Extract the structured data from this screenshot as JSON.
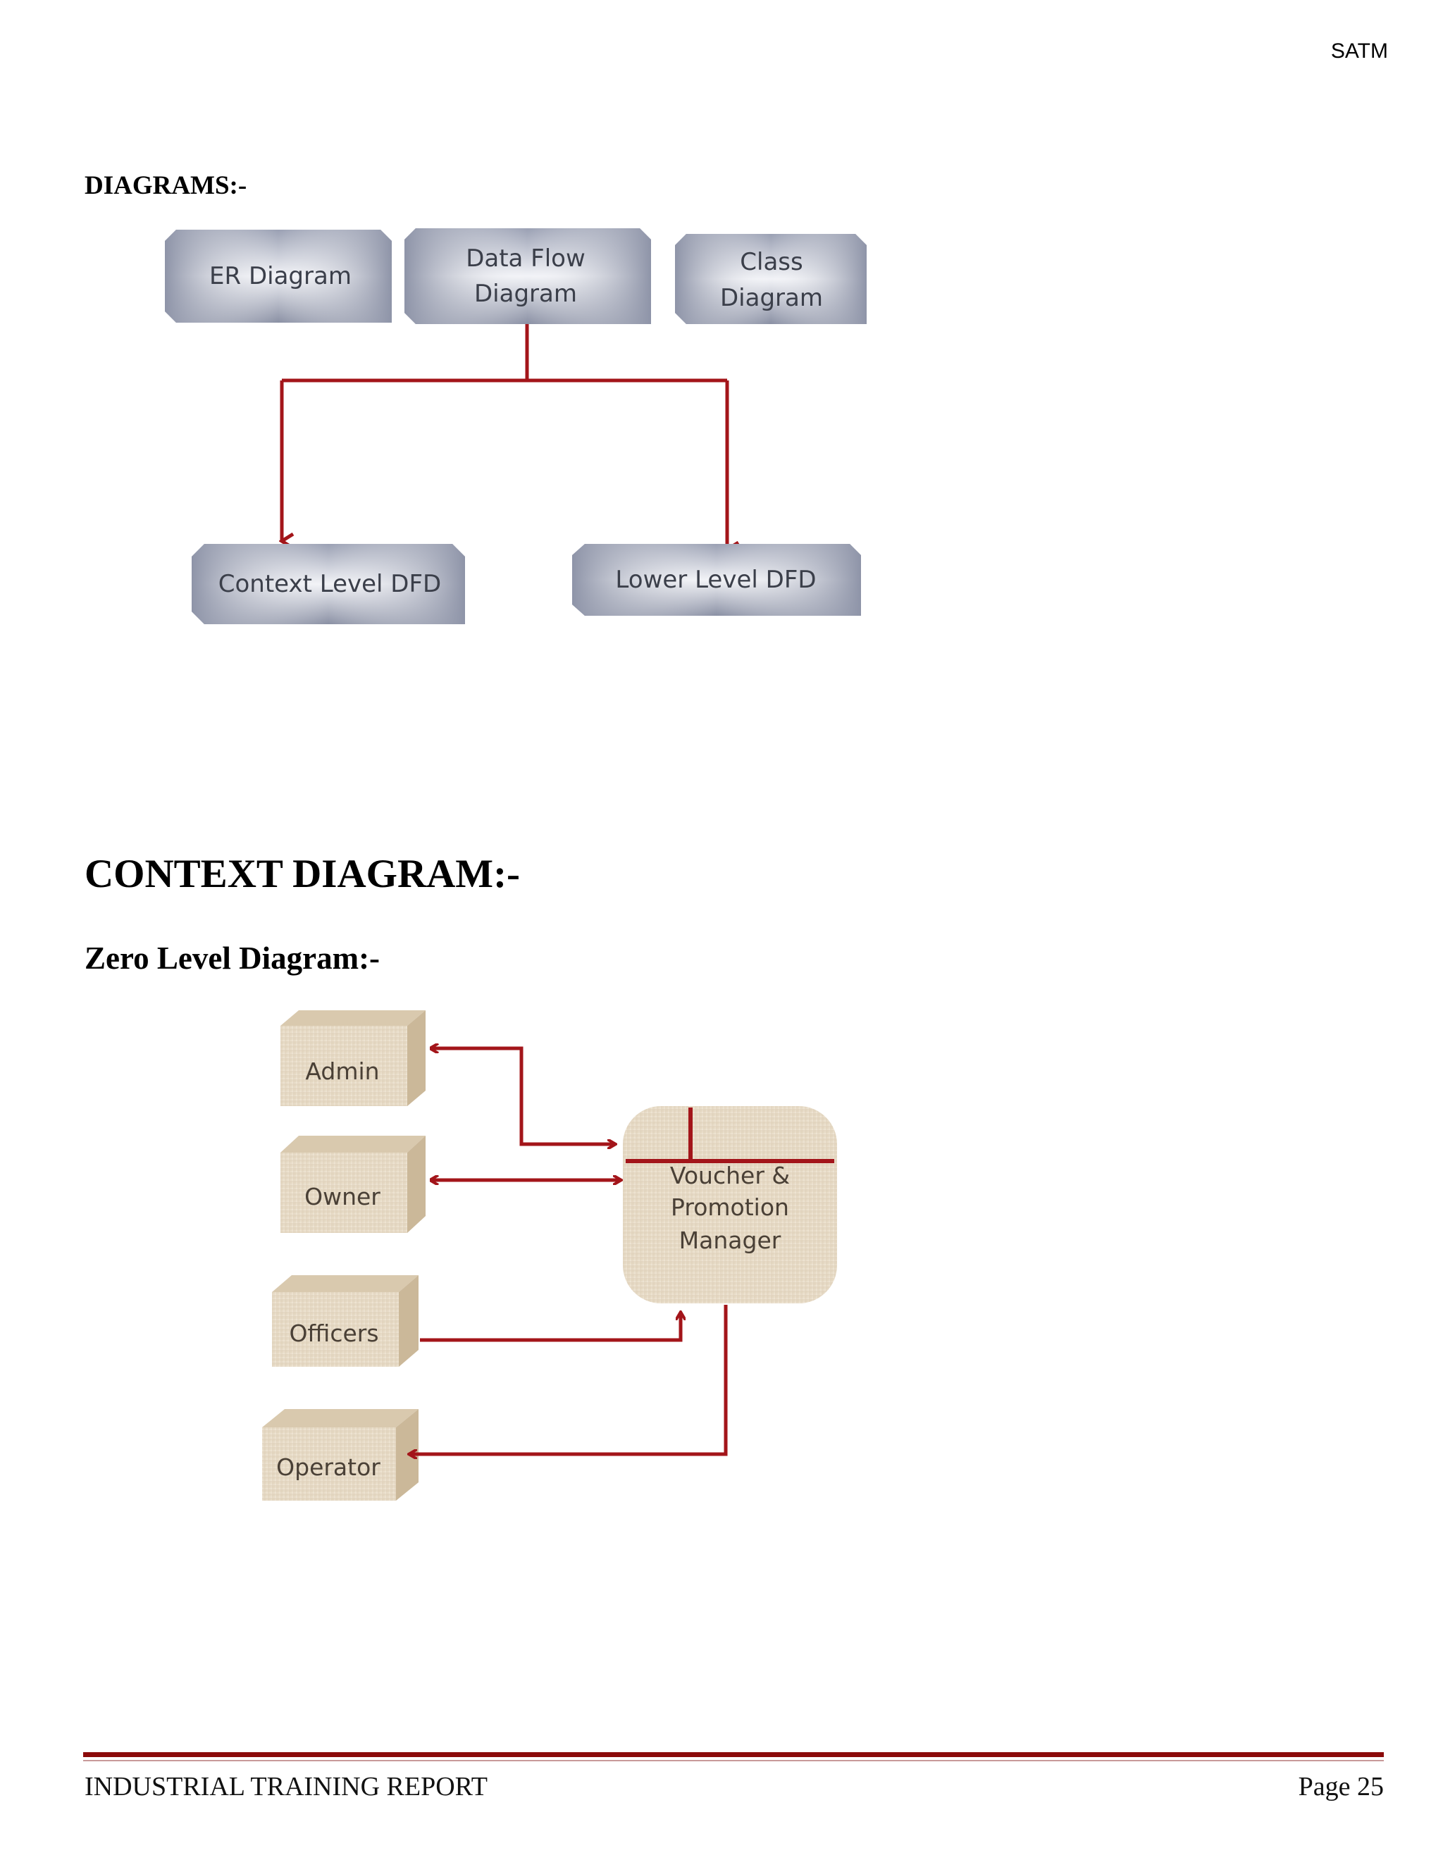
{
  "header": {
    "institution": "SATM"
  },
  "sections": {
    "diagrams_heading": "DIAGRAMS:-",
    "context_heading": "CONTEXT DIAGRAM:-",
    "zero_level_heading": "Zero Level Diagram:-"
  },
  "diagram_types": {
    "er": "ER Diagram",
    "dfd_line1": "Data Flow",
    "dfd_line2": "Diagram",
    "class_line1": "Class",
    "class_line2": "Diagram",
    "context_dfd": "Context Level DFD",
    "lower_dfd": "Lower Level DFD"
  },
  "zero_level": {
    "entities": {
      "admin": "Admin",
      "owner": "Owner",
      "officers": "Officers",
      "operator": "Operator"
    },
    "process_line1": "Voucher &",
    "process_line2": "Promotion",
    "process_line3": "Manager"
  },
  "footer": {
    "report_title": "INDUSTRIAL TRAINING REPORT",
    "page_label": "Page 25"
  },
  "colors": {
    "arrow": "#a3151a",
    "footer_rule": "#8b0a0a",
    "bevel_frame": "#8e94a8",
    "entity_fill": "#e9ddcb"
  }
}
